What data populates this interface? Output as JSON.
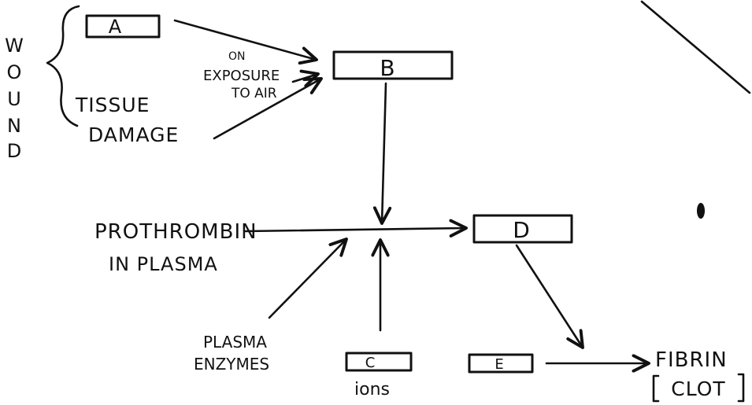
{
  "diagram": {
    "side_label": [
      "W",
      "O",
      "U",
      "N",
      "D"
    ],
    "boxes": {
      "a": "A",
      "b": "B",
      "c": "C",
      "d": "D",
      "e": "E"
    },
    "labels": {
      "tissue_line1": "TISSUE",
      "tissue_line2": "DAMAGE",
      "exposure_line1": "ON",
      "exposure_line2": "EXPOSURE",
      "exposure_line3": "TO AIR",
      "prothrombin_line1": "PROTHROMBIN",
      "prothrombin_line2": "IN PLASMA",
      "enzymes_line1": "PLASMA",
      "enzymes_line2": "ENZYMES",
      "ions": "ions",
      "fibrin_line1": "FIBRIN",
      "fibrin_line2": "CLOT"
    }
  }
}
